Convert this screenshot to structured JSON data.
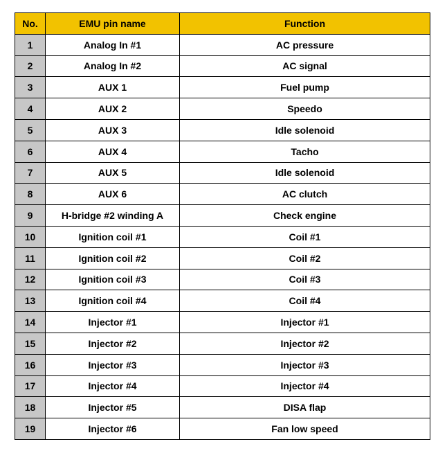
{
  "colors": {
    "header_bg": "#f2c200",
    "number_bg": "#c7c7c7"
  },
  "headers": {
    "no": "No.",
    "pin": "EMU pin name",
    "function": "Function"
  },
  "rows": [
    {
      "no": "1",
      "pin": "Analog In #1",
      "function": "AC pressure"
    },
    {
      "no": "2",
      "pin": "Analog In #2",
      "function": "AC signal"
    },
    {
      "no": "3",
      "pin": "AUX 1",
      "function": "Fuel pump"
    },
    {
      "no": "4",
      "pin": "AUX 2",
      "function": "Speedo"
    },
    {
      "no": "5",
      "pin": "AUX 3",
      "function": "Idle solenoid"
    },
    {
      "no": "6",
      "pin": "AUX 4",
      "function": "Tacho"
    },
    {
      "no": "7",
      "pin": "AUX 5",
      "function": "Idle solenoid"
    },
    {
      "no": "8",
      "pin": "AUX 6",
      "function": "AC clutch"
    },
    {
      "no": "9",
      "pin": "H-bridge #2 winding A",
      "function": "Check engine"
    },
    {
      "no": "10",
      "pin": "Ignition coil #1",
      "function": "Coil #1"
    },
    {
      "no": "11",
      "pin": "Ignition coil #2",
      "function": "Coil #2"
    },
    {
      "no": "12",
      "pin": "Ignition coil #3",
      "function": "Coil #3"
    },
    {
      "no": "13",
      "pin": "Ignition coil #4",
      "function": "Coil #4"
    },
    {
      "no": "14",
      "pin": "Injector #1",
      "function": "Injector #1"
    },
    {
      "no": "15",
      "pin": "Injector #2",
      "function": "Injector #2"
    },
    {
      "no": "16",
      "pin": "Injector #3",
      "function": "Injector #3"
    },
    {
      "no": "17",
      "pin": "Injector #4",
      "function": "Injector #4"
    },
    {
      "no": "18",
      "pin": "Injector #5",
      "function": "DISA flap"
    },
    {
      "no": "19",
      "pin": "Injector #6",
      "function": "Fan low speed"
    }
  ]
}
